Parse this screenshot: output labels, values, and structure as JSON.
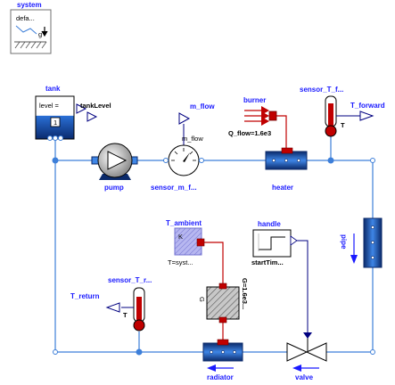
{
  "system": {
    "title": "system",
    "line": "defa...",
    "g_label": "g"
  },
  "tank": {
    "title": "tank",
    "level_text": "level =",
    "port_value": "1",
    "output_label": "tankLevel"
  },
  "pump": {
    "label": "pump"
  },
  "mass_flow_sensor": {
    "top_label": "m_flow",
    "inner_label": "m_flow",
    "bottom_label": "sensor_m_f..."
  },
  "burner": {
    "title": "burner",
    "value_label": "Q_flow=1.6e3"
  },
  "heater": {
    "label": "heater"
  },
  "sensor_forward": {
    "title": "sensor_T_f...",
    "output_label": "T_forward",
    "t_label": "T"
  },
  "pipe": {
    "label": "pipe"
  },
  "ambient": {
    "title": "T_ambient",
    "k_label": "K",
    "value_label": "T=syst..."
  },
  "conductor": {
    "side_label": "G=1.6e3...",
    "inner_label": "G"
  },
  "handle": {
    "title": "handle",
    "value_label": "startTim..."
  },
  "sensor_return": {
    "title": "sensor_T_r...",
    "output_label": "T_return",
    "t_label": "T"
  },
  "radiator": {
    "label": "radiator"
  },
  "valve": {
    "label": "valve"
  },
  "colors": {
    "label_blue": "#1a1aff",
    "pipe_blue": "#3d7fd9",
    "heat_red": "#c00000",
    "signal_navy": "#000080",
    "component_dark_blue": "#0a2a6e"
  }
}
